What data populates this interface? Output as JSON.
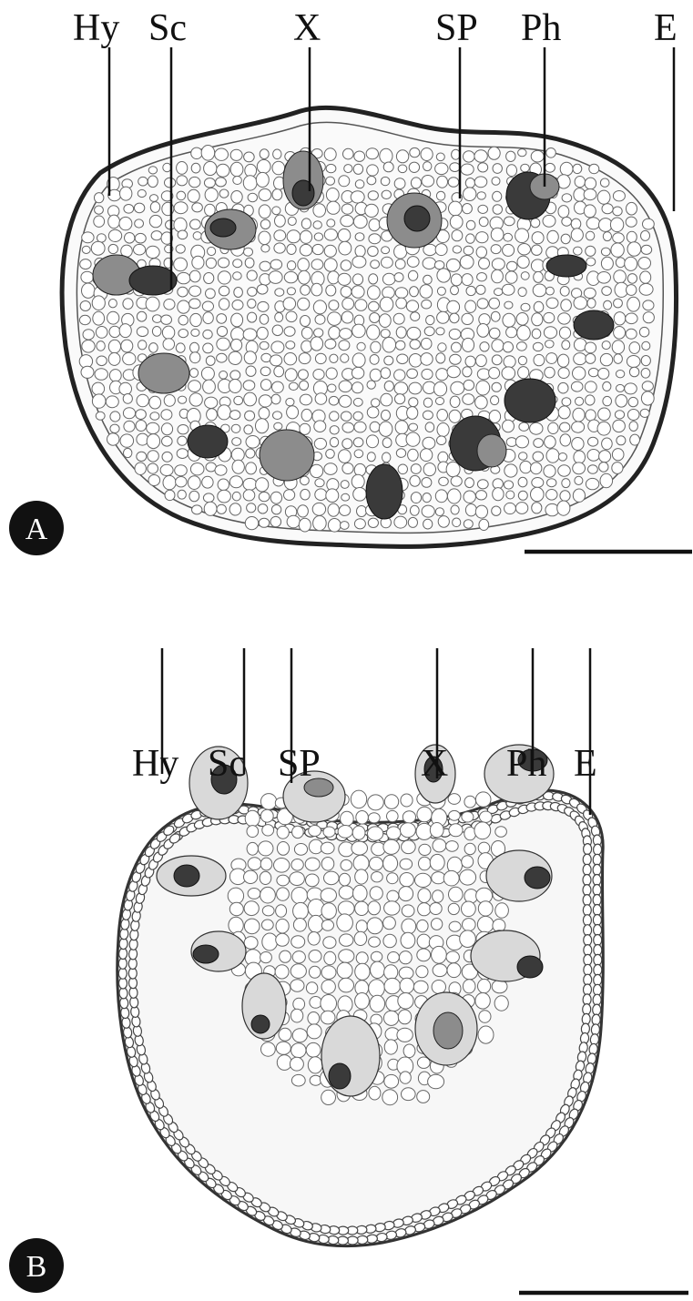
{
  "panels": [
    {
      "id": "A",
      "badge": "A",
      "labels": [
        "Hy",
        "Sc",
        "X",
        "SP",
        "Ph",
        "E"
      ]
    },
    {
      "id": "B",
      "badge": "B",
      "labels": [
        "Hy",
        "Sc",
        "SP",
        "X",
        "Ph",
        "E"
      ]
    }
  ],
  "colors": {
    "ink": "#111111",
    "tissue": "#fafafa",
    "bundle": "#3a3a3a",
    "badge": "#111111"
  }
}
